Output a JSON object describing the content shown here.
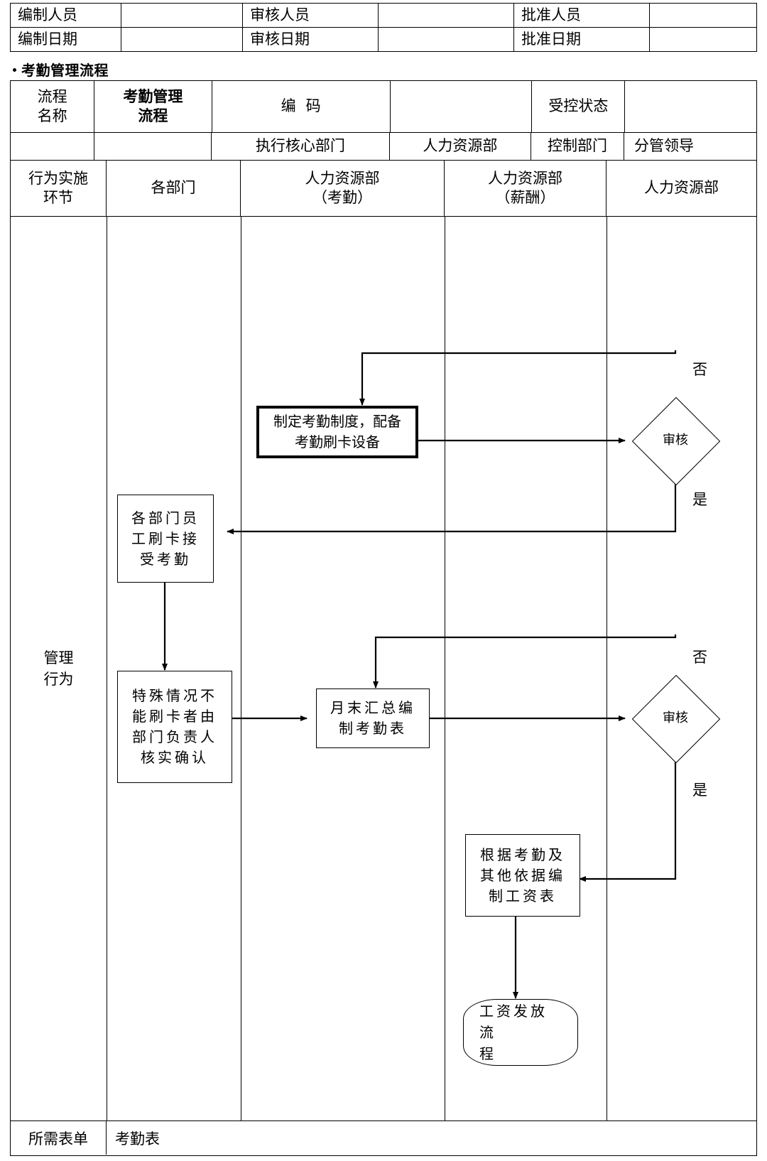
{
  "signature_table": {
    "rows": [
      [
        {
          "label": "编制人员",
          "value": ""
        },
        {
          "label": "审核人员",
          "value": ""
        },
        {
          "label": "批准人员",
          "value": ""
        }
      ],
      [
        {
          "label": "编制日期",
          "value": ""
        },
        {
          "label": "审核日期",
          "value": ""
        },
        {
          "label": "批准日期",
          "value": ""
        }
      ]
    ]
  },
  "section_title": "考勤管理流程",
  "process_header": {
    "name_label": "流程\n名称",
    "name_label_l1": "流程",
    "name_label_l2": "名称",
    "name_value_l1": "考勤管理",
    "name_value_l2": "流程",
    "code_label": "编码",
    "code_value": "",
    "controlled_status_label": "受控状态",
    "controlled_status_value": "",
    "exec_core_dept_label": "执行核心部门",
    "exec_core_dept_value": "人力资源部",
    "control_dept_label": "控制部门",
    "control_dept_value": "分管领导"
  },
  "swimlane_header": {
    "stage_label_l1": "行为实施",
    "stage_label_l2": "环节",
    "lanes": [
      {
        "line1": "各部门",
        "line2": ""
      },
      {
        "line1": "人力资源部",
        "line2": "（考勤）"
      },
      {
        "line1": "人力资源部",
        "line2": "（薪酬）"
      },
      {
        "line1": "人力资源部",
        "line2": ""
      }
    ]
  },
  "body": {
    "row_label_l1": "管理",
    "row_label_l2": "行为"
  },
  "flow": {
    "nodes": [
      {
        "id": "make-policy",
        "text_l1": "制定考勤制度，配备",
        "text_l2": "考勤刷卡设备"
      },
      {
        "id": "staff-swipe",
        "text_l1": "各部门员",
        "text_l2": "工刷卡接",
        "text_l3": "受考勤"
      },
      {
        "id": "special-case",
        "text_l1": "特殊情况不",
        "text_l2": "能刷卡者由",
        "text_l3": "部门负责人",
        "text_l4": "核实确认"
      },
      {
        "id": "monthly-summary",
        "text_l1": "月末汇总编",
        "text_l2": "制考勤表"
      },
      {
        "id": "make-payroll",
        "text_l1": "根据考勤及",
        "text_l2": "其他依据编",
        "text_l3": "制工资表"
      }
    ],
    "decisions": [
      {
        "id": "review-1",
        "text": "审核",
        "no_label": "否",
        "yes_label": "是"
      },
      {
        "id": "review-2",
        "text": "审核",
        "no_label": "否",
        "yes_label": "是"
      }
    ],
    "terminator": {
      "id": "payroll-process",
      "text_l1": "工资发放流",
      "text_l2": "程"
    }
  },
  "forms_row": {
    "label": "所需表单",
    "value": "考勤表"
  },
  "colors": {
    "line": "#000000",
    "background": "#ffffff"
  }
}
